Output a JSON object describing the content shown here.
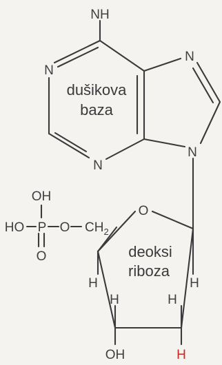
{
  "colors": {
    "background": "#f4f3ef",
    "bond": "#3a3a3c",
    "text": "#3f3f42",
    "highlight": "#c8281e"
  },
  "base": {
    "label_line1": "dušikova",
    "label_line2": "baza",
    "amino": "NH",
    "n1": "N",
    "n3": "N",
    "n7": "N",
    "n9": "N"
  },
  "sugar": {
    "label_line1": "deoksi",
    "label_line2": "riboza",
    "ring_o": "O",
    "h_c4": "H",
    "h_c1": "H",
    "h_c3": "H",
    "h_c2_upper": "H",
    "oh_c3": "OH",
    "h_c2_lower": "H"
  },
  "phosphate": {
    "oh_top": "OH",
    "ho_left": "HO",
    "p": "P",
    "o_link": "O",
    "ch2": "CH",
    "ch2_sub": "2",
    "o_double": "O"
  }
}
